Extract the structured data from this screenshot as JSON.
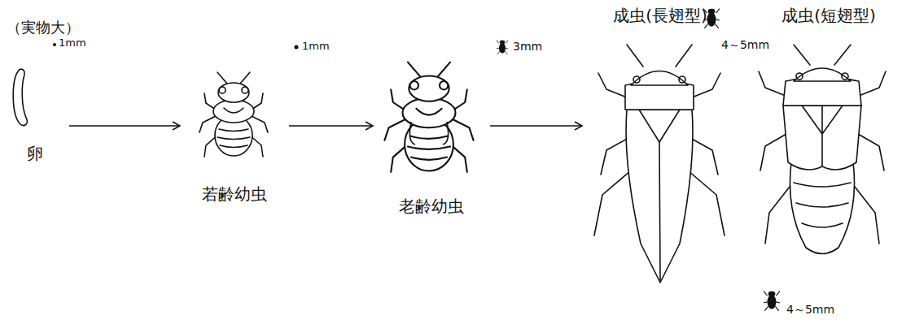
{
  "diagram": {
    "nodes": [
      {
        "text": [
          "卵"
        ]
      },
      {
        "text": [
          "若齢幼虫"
        ]
      },
      {
        "text": [
          "老齢幼虫"
        ]
      },
      {
        "text": [
          "成虫(長翅型)"
        ]
      },
      {
        "text": [
          "成虫(短翅型)"
        ]
      }
    ],
    "edges": [
      {
        "from": 0,
        "to": 1,
        "arrow": "to"
      },
      {
        "from": 1,
        "to": 2,
        "arrow": "to"
      },
      {
        "from": 2,
        "to": 3,
        "arrow": "to"
      }
    ],
    "labels": [
      "（実物大）",
      "1mm",
      "1mm",
      "3mm",
      "4～5mm",
      "4～5mm"
    ]
  }
}
